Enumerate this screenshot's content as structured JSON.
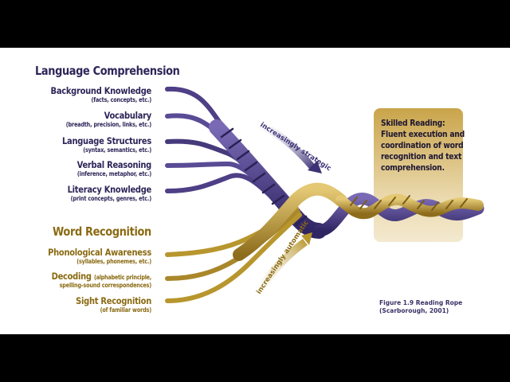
{
  "language_comprehension": {
    "heading": "Language Comprehension",
    "strands": [
      {
        "title": "Background Knowledge",
        "detail": "(facts, concepts, etc.)"
      },
      {
        "title": "Vocabulary",
        "detail": "(breadth, precision, links, etc.)"
      },
      {
        "title": "Language Structures",
        "detail": "(syntax, semantics, etc.)"
      },
      {
        "title": "Verbal Reasoning",
        "detail": "(inference, metaphor, etc.)"
      },
      {
        "title": "Literacy Knowledge",
        "detail": "(print concepts, genres, etc.)"
      }
    ],
    "arrow_label": "increasingly strategic",
    "color": "#4e3f86"
  },
  "word_recognition": {
    "heading": "Word Recognition",
    "strands": [
      {
        "title": "Phonological Awareness",
        "detail": "(syllables, phonemes, etc.)"
      },
      {
        "title": "Decoding",
        "detail_inline": "(alphabetic principle,",
        "detail": "spelling-sound correspondences)"
      },
      {
        "title": "Sight Recognition",
        "detail": "(of familiar words)"
      }
    ],
    "arrow_label": "increasingly automatic",
    "color": "#b8962e"
  },
  "skilled_reading": {
    "lines": [
      "Skilled Reading:",
      "Fluent execution and",
      "coordination of word",
      "recognition and text",
      "comprehension."
    ]
  },
  "caption": {
    "line1": "Figure 1.9 Reading Rope",
    "line2": "(Scarborough, 2001)"
  }
}
